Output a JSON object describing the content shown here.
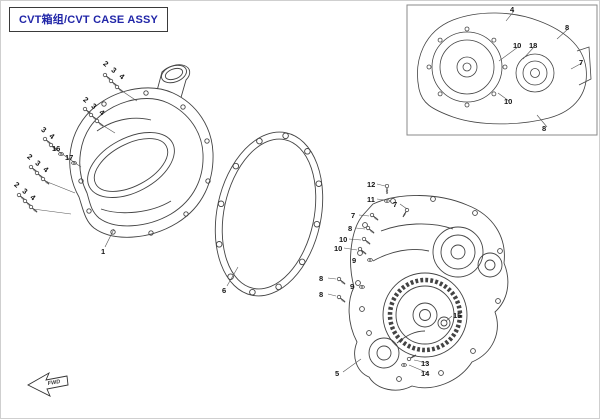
{
  "page": {
    "title": "CVT箱组/CVT CASE ASSY",
    "fwd_label": "FWD"
  },
  "colors": {
    "line": "#444444",
    "title_text": "#2126a8",
    "background": "#ffffff"
  },
  "callouts": {
    "left_groups": [
      "2 3 4",
      "2 3 4",
      "3 4",
      "2 3 4",
      "2 3 4"
    ],
    "left_singles": [
      "16",
      "17",
      "1",
      "6"
    ],
    "right": [
      "12",
      "11",
      "7",
      "7",
      "8",
      "10",
      "10",
      "9",
      "8",
      "9",
      "8",
      "15",
      "13",
      "14",
      "5"
    ],
    "inset": [
      "4",
      "8",
      "10",
      "18",
      "7",
      "10",
      "8"
    ]
  }
}
